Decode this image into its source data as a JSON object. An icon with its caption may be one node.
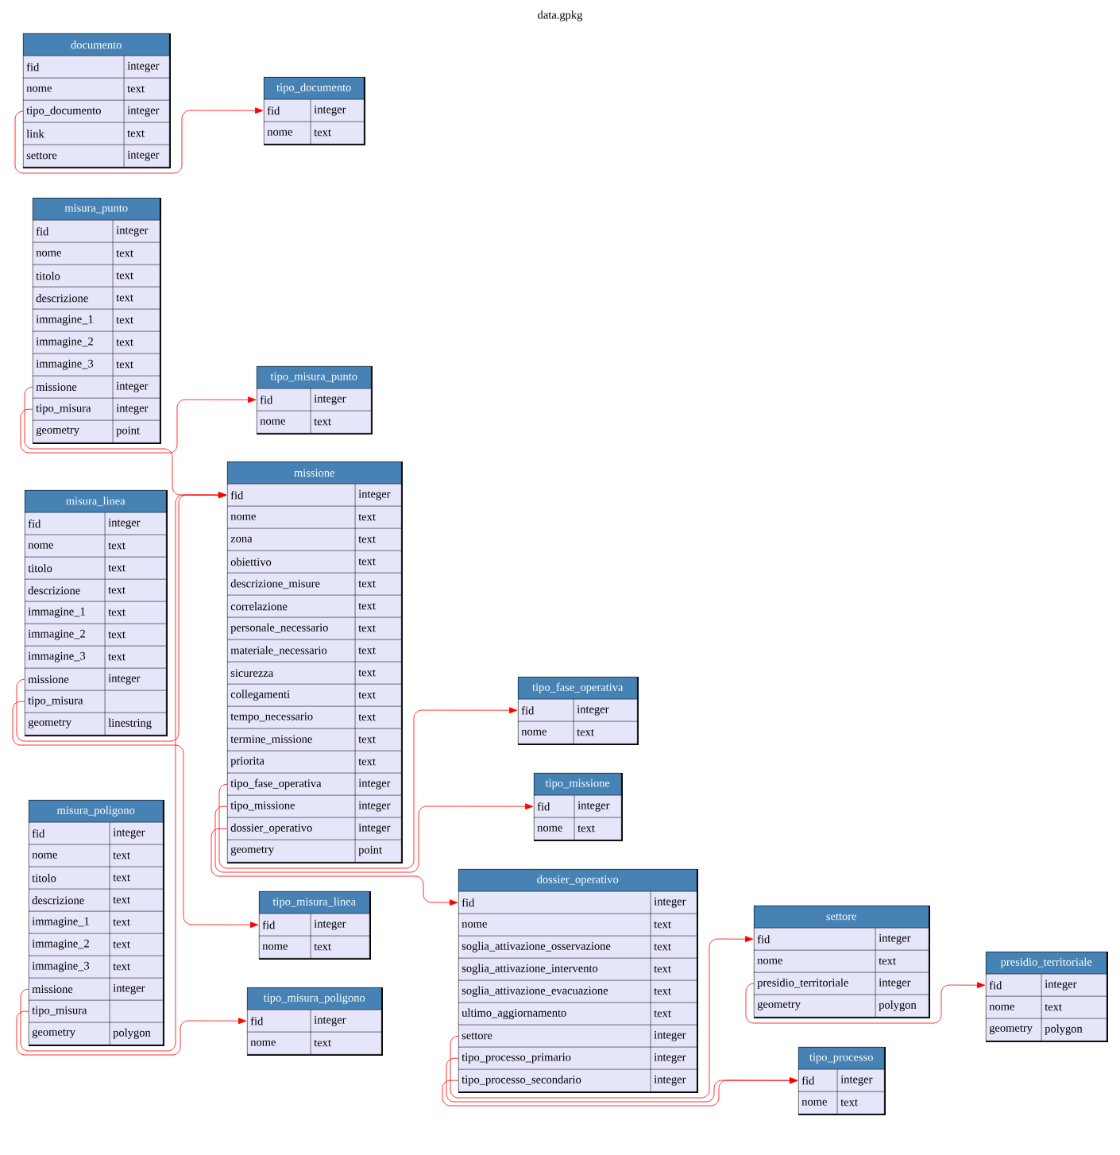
{
  "diagram": {
    "title": "data.gpkg",
    "nodes": [
      {
        "text": [
          "documento"
        ]
      },
      {
        "text": [
          "fid",
          "integer"
        ],
        "in": 0
      },
      {
        "text": [
          "nome",
          "text"
        ],
        "in": 0
      },
      {
        "text": [
          "tipo_documento",
          "integer"
        ],
        "in": 0
      },
      {
        "text": [
          "link",
          "text"
        ],
        "in": 0
      },
      {
        "text": [
          "settore",
          "integer"
        ],
        "in": 0
      },
      {
        "text": [
          "tipo_documento"
        ]
      },
      {
        "text": [
          "fid",
          "integer"
        ],
        "in": 6
      },
      {
        "text": [
          "nome",
          "text"
        ],
        "in": 6
      },
      {
        "text": [
          "misura_punto"
        ]
      },
      {
        "text": [
          "fid",
          "integer"
        ],
        "in": 9
      },
      {
        "text": [
          "nome",
          "text"
        ],
        "in": 9
      },
      {
        "text": [
          "titolo",
          "text"
        ],
        "in": 9
      },
      {
        "text": [
          "descrizione",
          "text"
        ],
        "in": 9
      },
      {
        "text": [
          "immagine_1",
          "text"
        ],
        "in": 9
      },
      {
        "text": [
          "immagine_2",
          "text"
        ],
        "in": 9
      },
      {
        "text": [
          "immagine_3",
          "text"
        ],
        "in": 9
      },
      {
        "text": [
          "missione",
          "integer"
        ],
        "in": 9
      },
      {
        "text": [
          "tipo_misura",
          "integer"
        ],
        "in": 9
      },
      {
        "text": [
          "geometry",
          "point"
        ],
        "in": 9
      },
      {
        "text": [
          "tipo_misura_punto"
        ]
      },
      {
        "text": [
          "fid",
          "integer"
        ],
        "in": 20
      },
      {
        "text": [
          "nome",
          "text"
        ],
        "in": 20
      },
      {
        "text": [
          "missione"
        ]
      },
      {
        "text": [
          "fid",
          "integer"
        ],
        "in": 23
      },
      {
        "text": [
          "nome",
          "text"
        ],
        "in": 23
      },
      {
        "text": [
          "zona",
          "text"
        ],
        "in": 23
      },
      {
        "text": [
          "obiettivo",
          "text"
        ],
        "in": 23
      },
      {
        "text": [
          "descrizione_misure",
          "text"
        ],
        "in": 23
      },
      {
        "text": [
          "correlazione",
          "text"
        ],
        "in": 23
      },
      {
        "text": [
          "personale_necessario",
          "text"
        ],
        "in": 23
      },
      {
        "text": [
          "materiale_necessario",
          "text"
        ],
        "in": 23
      },
      {
        "text": [
          "sicurezza",
          "text"
        ],
        "in": 23
      },
      {
        "text": [
          "collegamenti",
          "text"
        ],
        "in": 23
      },
      {
        "text": [
          "tempo_necessario",
          "text"
        ],
        "in": 23
      },
      {
        "text": [
          "termine_missione",
          "text"
        ],
        "in": 23
      },
      {
        "text": [
          "priorita",
          "text"
        ],
        "in": 23
      },
      {
        "text": [
          "tipo_fase_operativa",
          "integer"
        ],
        "in": 23
      },
      {
        "text": [
          "tipo_missione",
          "integer"
        ],
        "in": 23
      },
      {
        "text": [
          "dossier_operativo",
          "integer"
        ],
        "in": 23
      },
      {
        "text": [
          "geometry",
          "point"
        ],
        "in": 23
      },
      {
        "text": [
          "misura_linea"
        ]
      },
      {
        "text": [
          "fid",
          "integer"
        ],
        "in": 41
      },
      {
        "text": [
          "nome",
          "text"
        ],
        "in": 41
      },
      {
        "text": [
          "titolo",
          "text"
        ],
        "in": 41
      },
      {
        "text": [
          "descrizione",
          "text"
        ],
        "in": 41
      },
      {
        "text": [
          "immagine_1",
          "text"
        ],
        "in": 41
      },
      {
        "text": [
          "immagine_2",
          "text"
        ],
        "in": 41
      },
      {
        "text": [
          "immagine_3",
          "text"
        ],
        "in": 41
      },
      {
        "text": [
          "missione",
          "integer"
        ],
        "in": 41
      },
      {
        "text": [
          "tipo_misura"
        ],
        "in": 41
      },
      {
        "text": [
          "geometry",
          "linestring"
        ],
        "in": 41
      },
      {
        "text": [
          "tipo_fase_operativa"
        ]
      },
      {
        "text": [
          "fid",
          "integer"
        ],
        "in": 52
      },
      {
        "text": [
          "nome",
          "text"
        ],
        "in": 52
      },
      {
        "text": [
          "tipo_missione"
        ]
      },
      {
        "text": [
          "fid",
          "integer"
        ],
        "in": 55
      },
      {
        "text": [
          "nome",
          "text"
        ],
        "in": 55
      },
      {
        "text": [
          "misura_poligono"
        ]
      },
      {
        "text": [
          "fid",
          "integer"
        ],
        "in": 58
      },
      {
        "text": [
          "nome",
          "text"
        ],
        "in": 58
      },
      {
        "text": [
          "titolo",
          "text"
        ],
        "in": 58
      },
      {
        "text": [
          "descrizione",
          "text"
        ],
        "in": 58
      },
      {
        "text": [
          "immagine_1",
          "text"
        ],
        "in": 58
      },
      {
        "text": [
          "immagine_2",
          "text"
        ],
        "in": 58
      },
      {
        "text": [
          "immagine_3",
          "text"
        ],
        "in": 58
      },
      {
        "text": [
          "missione",
          "integer"
        ],
        "in": 58
      },
      {
        "text": [
          "tipo_misura"
        ],
        "in": 58
      },
      {
        "text": [
          "geometry",
          "polygon"
        ],
        "in": 58
      },
      {
        "text": [
          "dossier_operativo"
        ]
      },
      {
        "text": [
          "fid",
          "integer"
        ],
        "in": 69
      },
      {
        "text": [
          "nome",
          "text"
        ],
        "in": 69
      },
      {
        "text": [
          "soglia_attivazione_osservazione",
          "text"
        ],
        "in": 69
      },
      {
        "text": [
          "soglia_attivazione_intervento",
          "text"
        ],
        "in": 69
      },
      {
        "text": [
          "soglia_attivazione_evacuazione",
          "text"
        ],
        "in": 69
      },
      {
        "text": [
          "ultimo_aggiornamento",
          "text"
        ],
        "in": 69
      },
      {
        "text": [
          "settore",
          "integer"
        ],
        "in": 69
      },
      {
        "text": [
          "tipo_processo_primario",
          "integer"
        ],
        "in": 69
      },
      {
        "text": [
          "tipo_processo_secondario",
          "integer"
        ],
        "in": 69
      },
      {
        "text": [
          "tipo_misura_linea"
        ]
      },
      {
        "text": [
          "fid",
          "integer"
        ],
        "in": 79
      },
      {
        "text": [
          "nome",
          "text"
        ],
        "in": 79
      },
      {
        "text": [
          "settore"
        ]
      },
      {
        "text": [
          "fid",
          "integer"
        ],
        "in": 82
      },
      {
        "text": [
          "nome",
          "text"
        ],
        "in": 82
      },
      {
        "text": [
          "presidio_territoriale",
          "integer"
        ],
        "in": 82
      },
      {
        "text": [
          "geometry",
          "polygon"
        ],
        "in": 82
      },
      {
        "text": [
          "presidio_territoriale"
        ]
      },
      {
        "text": [
          "fid",
          "integer"
        ],
        "in": 87
      },
      {
        "text": [
          "nome",
          "text"
        ],
        "in": 87
      },
      {
        "text": [
          "geometry",
          "polygon"
        ],
        "in": 87
      },
      {
        "text": [
          "tipo_misura_poligono"
        ]
      },
      {
        "text": [
          "fid",
          "integer"
        ],
        "in": 91
      },
      {
        "text": [
          "nome",
          "text"
        ],
        "in": 91
      },
      {
        "text": [
          "tipo_processo"
        ]
      },
      {
        "text": [
          "fid",
          "integer"
        ],
        "in": 94
      },
      {
        "text": [
          "nome",
          "text"
        ],
        "in": 94
      }
    ],
    "edges": [
      {
        "from": 3,
        "to": 7,
        "arrow": "to"
      },
      {
        "from": 17,
        "to": 24,
        "arrow": "to"
      },
      {
        "from": 18,
        "to": 21,
        "arrow": "to"
      },
      {
        "from": 49,
        "to": 24,
        "arrow": "to"
      },
      {
        "from": 50,
        "to": 80,
        "arrow": "to"
      },
      {
        "from": 66,
        "to": 24,
        "arrow": "to"
      },
      {
        "from": 67,
        "to": 92,
        "arrow": "to"
      },
      {
        "from": 37,
        "to": 53,
        "arrow": "to"
      },
      {
        "from": 38,
        "to": 56,
        "arrow": "to"
      },
      {
        "from": 39,
        "to": 70,
        "arrow": "to"
      },
      {
        "from": 76,
        "to": 83,
        "arrow": "to"
      },
      {
        "from": 77,
        "to": 95,
        "arrow": "to"
      },
      {
        "from": 78,
        "to": 95,
        "arrow": "to"
      },
      {
        "from": 85,
        "to": 88,
        "arrow": "to"
      }
    ]
  }
}
